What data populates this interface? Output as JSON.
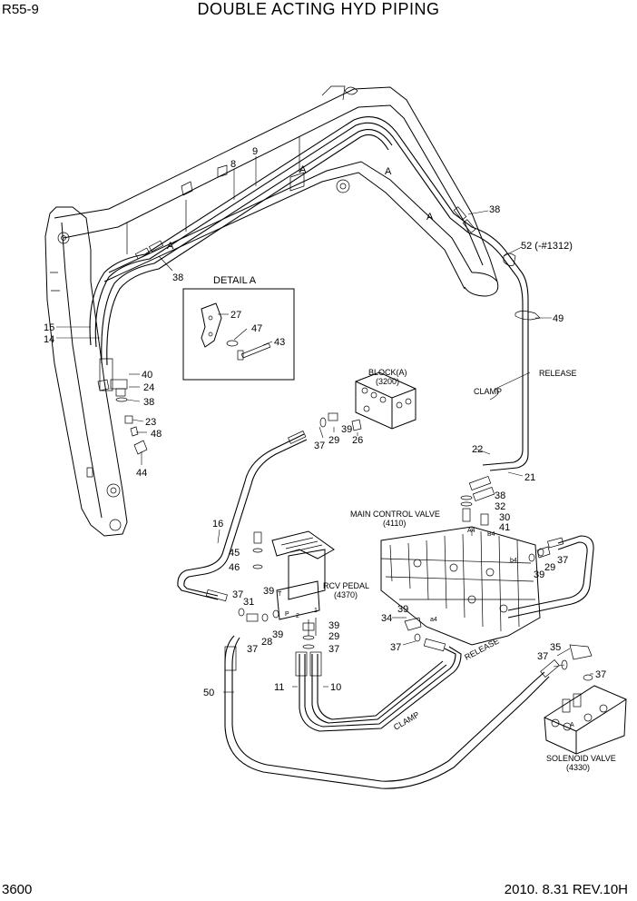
{
  "header": {
    "model": "R55-9",
    "title": "DOUBLE ACTING HYD PIPING"
  },
  "footer": {
    "page": "3600",
    "revision": "2010. 8.31  REV.10H"
  },
  "detail": {
    "title": "DETAIL A"
  },
  "section_marks": {
    "a": "A"
  },
  "components": {
    "block": "BLOCK(A)",
    "block_no": "(3200)",
    "mcv": "MAIN CONTROL VALVE",
    "mcv_no": "(4110)",
    "rcv": "RCV PEDAL",
    "rcv_no": "(4370)",
    "solenoid": "SOLENOID VALVE",
    "solenoid_no": "(4330)"
  },
  "annotations": {
    "clamp": "CLAMP",
    "release": "RELEASE",
    "p52": "52 (-#1312)"
  },
  "ports": {
    "A4": "A4",
    "B4": "B4",
    "a4": "a4",
    "b4": "b4",
    "T": "T",
    "P": "P",
    "p2": "2",
    "p1": "1",
    "A": "A"
  },
  "part_numbers": [
    "8",
    "9",
    "38",
    "38",
    "27",
    "47",
    "43",
    "15",
    "14",
    "40",
    "24",
    "38",
    "23",
    "48",
    "44",
    "49",
    "22",
    "21",
    "38",
    "32",
    "30",
    "41",
    "37",
    "29",
    "26",
    "39",
    "16",
    "45",
    "46",
    "37",
    "31",
    "39",
    "37",
    "28",
    "39",
    "39",
    "29",
    "37",
    "11",
    "10",
    "50",
    "34",
    "39",
    "37",
    "39",
    "29",
    "37",
    "35",
    "37",
    "37"
  ]
}
